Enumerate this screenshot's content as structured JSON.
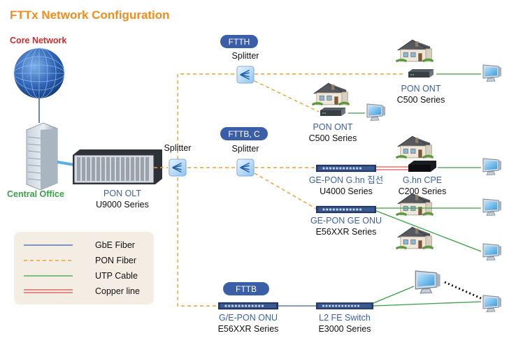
{
  "title": "FTTx Network Configuration",
  "core_network": "Core Network",
  "central_office": "Central Office",
  "olt": {
    "name": "PON OLT",
    "series": "U9000 Series"
  },
  "splitter_label": "Splitter",
  "badges": {
    "ftth": "FTTH",
    "fttb_c": "FTTB, C",
    "fttb": "FTTB"
  },
  "ftth_ont_right": {
    "name": "PON ONT",
    "series": "C500 Series"
  },
  "ftth_ont_left": {
    "name": "PON ONT",
    "series": "C500 Series"
  },
  "ghn_switch": {
    "name": "GE-PON G.hn 집선",
    "series": "U4000 Series"
  },
  "ghn_cpe": {
    "name": "G.hn CPE",
    "series": "C200 Series"
  },
  "ge_onu": {
    "name": "GE-PON GE ONU",
    "series": "E56XXR Series"
  },
  "ge_pon_onu": {
    "name": "G/E-PON ONU",
    "series": "E56XXR Series"
  },
  "l2_switch": {
    "name": "L2 FE Switch",
    "series": "E3000 Series"
  },
  "legend": [
    {
      "label": "GbE Fiber",
      "color": "#3a5fa8",
      "style": "solid"
    },
    {
      "label": "PON Fiber",
      "color": "#f0a032",
      "style": "dashed"
    },
    {
      "label": "UTP Cable",
      "color": "#3aa045",
      "style": "solid"
    },
    {
      "label": "Copper line",
      "color": "#d42a2a",
      "style": "double"
    }
  ],
  "colors": {
    "pon": "#f0a032",
    "gbe": "#3a5fa8",
    "utp": "#3aa045",
    "copper": "#d42a2a",
    "badge": "#3a5fa8",
    "title": "#f28c1a"
  }
}
